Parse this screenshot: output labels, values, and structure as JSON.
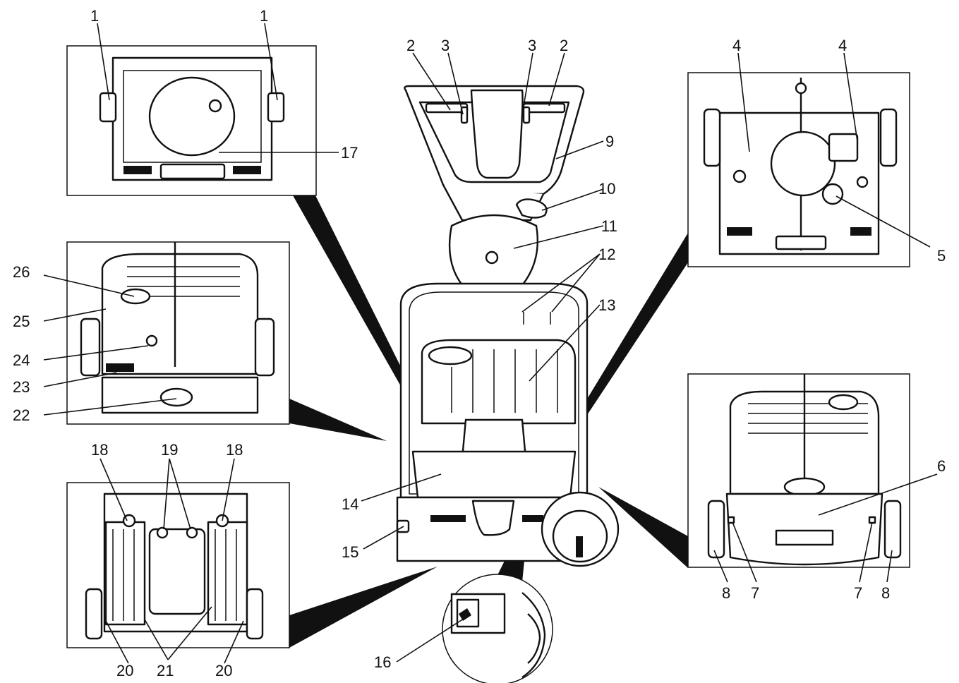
{
  "figure": {
    "callouts": [
      "1",
      "2",
      "3",
      "4",
      "5",
      "6",
      "7",
      "8",
      "9",
      "10",
      "11",
      "12",
      "13",
      "14",
      "15",
      "16",
      "17",
      "18",
      "19",
      "20",
      "21",
      "22",
      "23",
      "24",
      "25",
      "26"
    ]
  },
  "insets": {
    "top_left": {
      "labels": [
        "1",
        "1",
        "17"
      ]
    },
    "middle_left": {
      "labels": [
        "26",
        "25",
        "24",
        "23",
        "22"
      ]
    },
    "bottom_left": {
      "labels": [
        "18",
        "19",
        "18",
        "20",
        "21",
        "20"
      ]
    },
    "top_right": {
      "labels": [
        "4",
        "4",
        "5"
      ]
    },
    "bottom_right": {
      "labels": [
        "6",
        "8",
        "7",
        "7",
        "8"
      ]
    },
    "bottom_center": {
      "labels": [
        "16"
      ]
    },
    "main": {
      "labels": [
        "2",
        "3",
        "3",
        "2",
        "9",
        "10",
        "11",
        "12",
        "13",
        "14",
        "15"
      ]
    }
  }
}
